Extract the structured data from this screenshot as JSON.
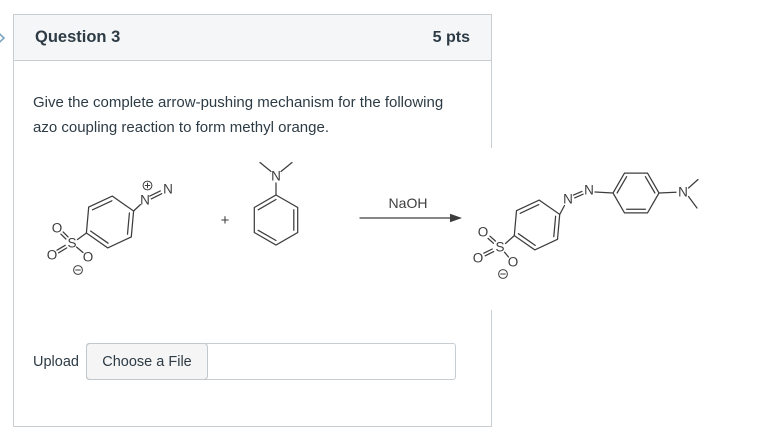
{
  "nav": {
    "collapse_icon": "chevron-right"
  },
  "question_panel": {
    "title": "Question 3",
    "points_label": "5 pts",
    "body_text": "Give the complete arrow-pushing mechanism for the following azo coupling reaction to form methyl orange.",
    "upload": {
      "label": "Upload",
      "button_label": "Choose a File",
      "filename_value": ""
    }
  },
  "reaction_scheme": {
    "description": "benzenediazonium-4-sulfonate + N,N-dimethylaniline reacting under NaOH to form methyl orange (azo dye)",
    "plus_sign": "+",
    "arrow_label": "NaOH",
    "atom_symbols": {
      "nitrogen": "N",
      "sulfur": "S",
      "oxygen": "O"
    },
    "charge_symbols": {
      "plus": "⊕",
      "minus": "⊖"
    }
  },
  "colors": {
    "panel_border": "#C7CDD1",
    "header_background": "#F5F6F7",
    "text_primary": "#2D3B45",
    "structure_stroke": "#3D3D3D",
    "chevron_blue": "#7EA5C0",
    "button_background": "#F5F5F5"
  }
}
